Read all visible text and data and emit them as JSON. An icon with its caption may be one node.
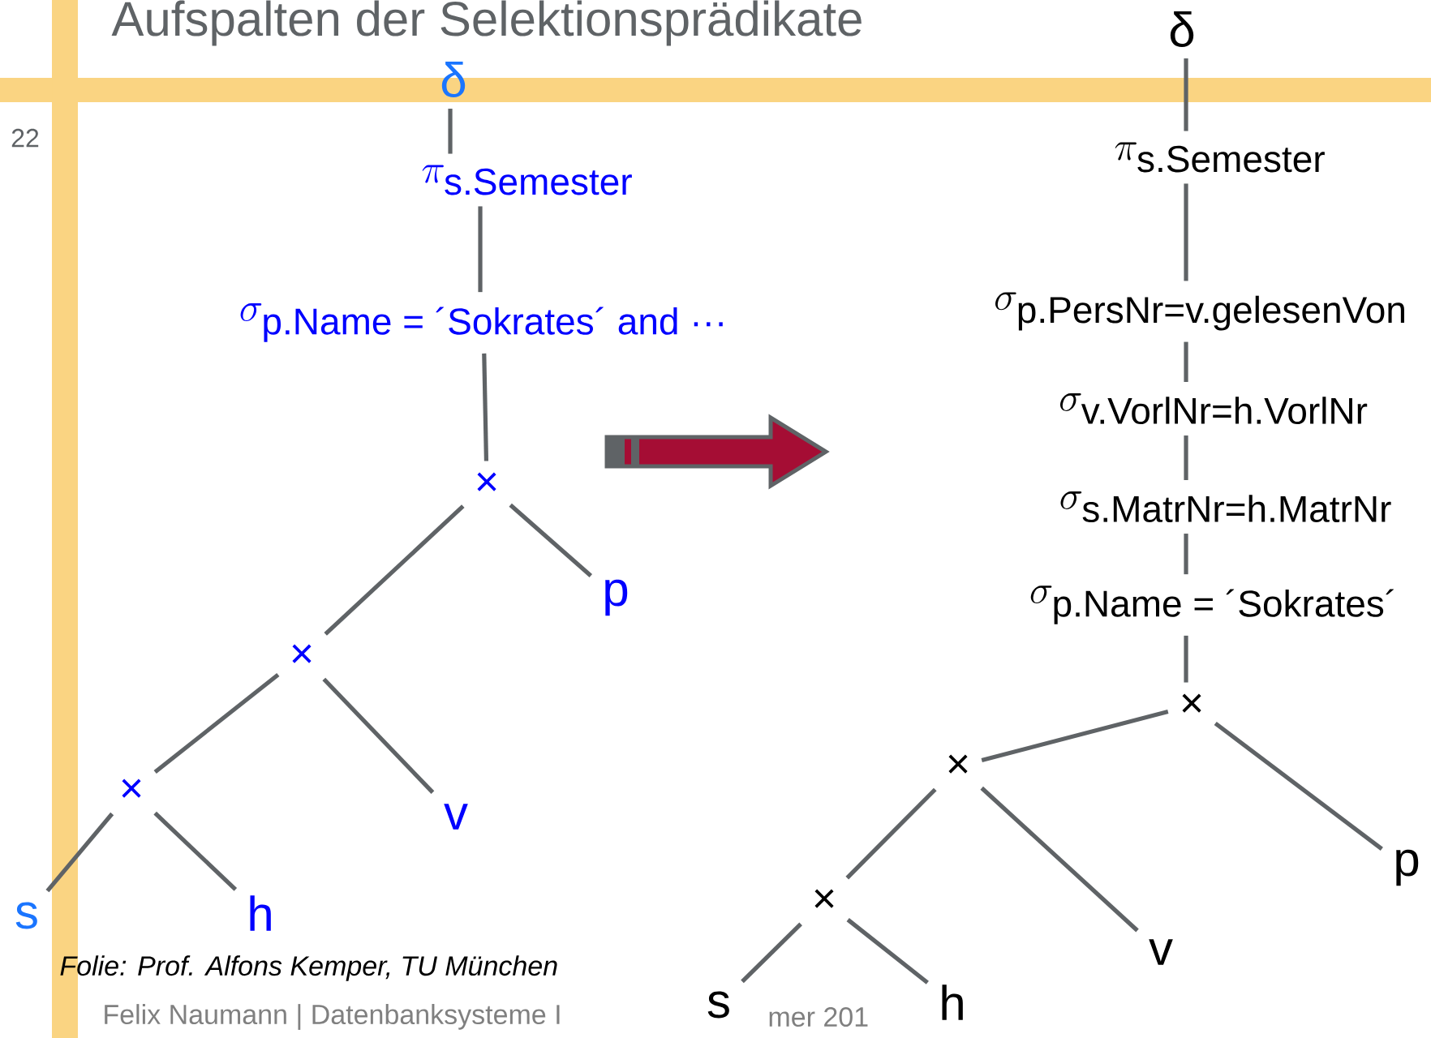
{
  "diagram": {
    "title": "Aufspalten der Selektionsprädikate",
    "nodes": [
      {
        "text": [
          "δ"
        ]
      },
      {
        "text": [
          "\\pi_{\\mbox{s.Semester}}"
        ]
      },
      {
        "text": [
          "\\sigma_{\\mbox{p.Name = ´Sokrates´ and ···}}"
        ]
      },
      {
        "text": [
          "×"
        ]
      },
      {
        "text": [
          "p"
        ]
      },
      {
        "text": [
          "×"
        ]
      },
      {
        "text": [
          "v"
        ]
      },
      {
        "text": [
          "×"
        ]
      },
      {
        "text": [
          "s"
        ]
      },
      {
        "text": [
          "h"
        ]
      },
      {
        "text": [
          "δ"
        ]
      },
      {
        "text": [
          "\\pi_{\\mbox{s.Semester}}"
        ]
      },
      {
        "text": [
          "\\sigma_{\\mbox{p.PersNr=v.gelesenVon}}"
        ]
      },
      {
        "text": [
          "\\sigma_{\\mbox{v.VorlNr=h.VorlNr}}"
        ]
      },
      {
        "text": [
          "\\sigma_{\\mbox{s.MatrNr=h.MatrNr}}"
        ]
      },
      {
        "text": [
          "\\sigma_{\\mbox{p.Name = ´Sokrates´}}"
        ]
      },
      {
        "text": [
          "×"
        ]
      },
      {
        "text": [
          "×"
        ]
      },
      {
        "text": [
          "p"
        ]
      },
      {
        "text": [
          "×"
        ]
      },
      {
        "text": [
          "v"
        ]
      },
      {
        "text": [
          "s"
        ]
      },
      {
        "text": [
          "h"
        ]
      }
    ],
    "edges": [
      {
        "from": 0,
        "to": 1,
        "arrow": "none"
      },
      {
        "from": 1,
        "to": 2,
        "arrow": "none"
      },
      {
        "from": 2,
        "to": 3,
        "arrow": "none"
      },
      {
        "from": 3,
        "to": 5,
        "arrow": "none"
      },
      {
        "from": 3,
        "to": 4,
        "arrow": "none"
      },
      {
        "from": 5,
        "to": 7,
        "arrow": "none"
      },
      {
        "from": 5,
        "to": 6,
        "arrow": "none"
      },
      {
        "from": 7,
        "to": 8,
        "arrow": "none"
      },
      {
        "from": 7,
        "to": 9,
        "arrow": "none"
      },
      {
        "from": 10,
        "to": 11,
        "arrow": "none"
      },
      {
        "from": 11,
        "to": 12,
        "arrow": "none"
      },
      {
        "from": 12,
        "to": 13,
        "arrow": "none"
      },
      {
        "from": 13,
        "to": 14,
        "arrow": "none"
      },
      {
        "from": 14,
        "to": 15,
        "arrow": "none"
      },
      {
        "from": 15,
        "to": 16,
        "arrow": "none"
      },
      {
        "from": 16,
        "to": 17,
        "arrow": "none"
      },
      {
        "from": 16,
        "to": 18,
        "arrow": "none"
      },
      {
        "from": 17,
        "to": 19,
        "arrow": "none"
      },
      {
        "from": 17,
        "to": 20,
        "arrow": "none"
      },
      {
        "from": 19,
        "to": 21,
        "arrow": "none"
      },
      {
        "from": 19,
        "to": 22,
        "arrow": "none"
      }
    ],
    "labels": [
      "22",
      "Folie: Prof. Alfons Kemper, TU München",
      "Felix Naumann | Datenbanksysteme I",
      "mer 201"
    ]
  }
}
